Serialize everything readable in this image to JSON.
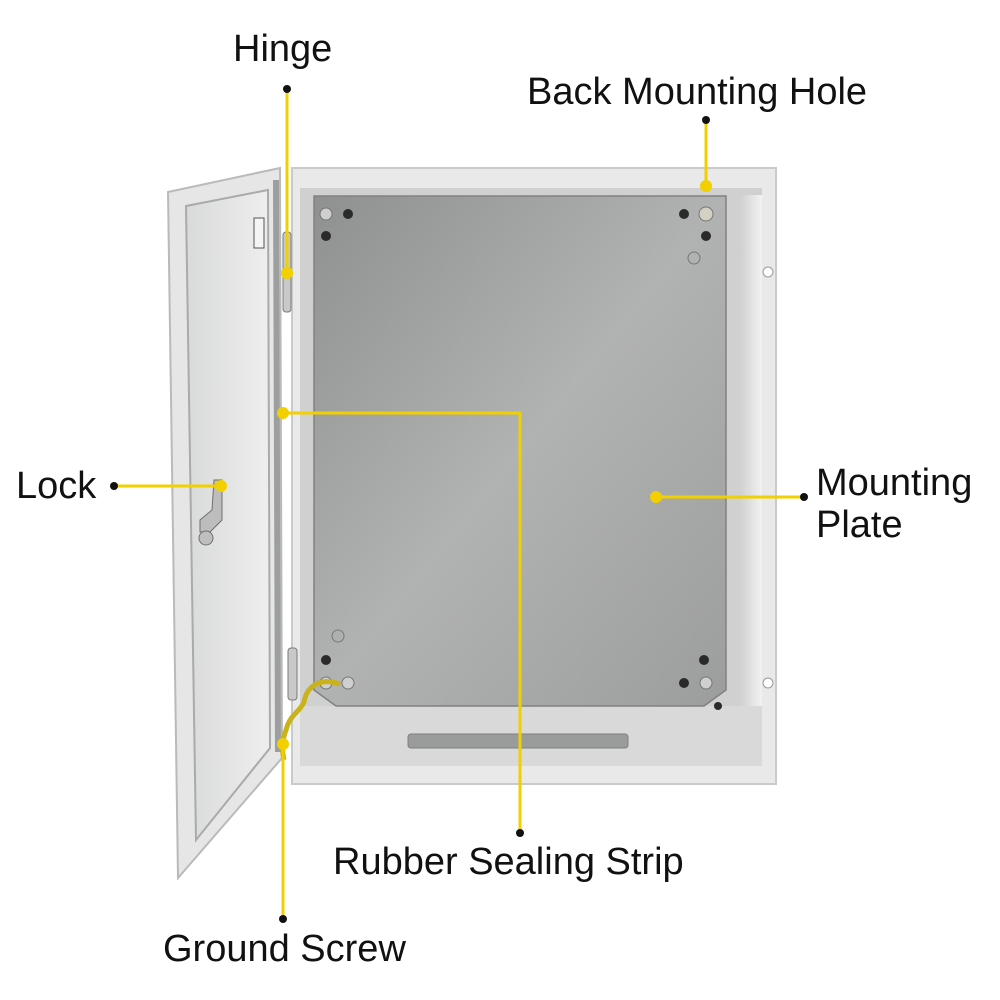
{
  "callouts": {
    "hinge": "Hinge",
    "back_mounting_hole": "Back Mounting Hole",
    "lock": "Lock",
    "mounting_plate": [
      "Mounting",
      "Plate"
    ],
    "rubber_sealing_strip": "Rubber Sealing Strip",
    "ground_screw": "Ground Screw"
  },
  "colors": {
    "leader": "#f2d000",
    "dot": "#111111",
    "enclosure": "#e6e7e6",
    "plate": "#a6a6a6"
  }
}
